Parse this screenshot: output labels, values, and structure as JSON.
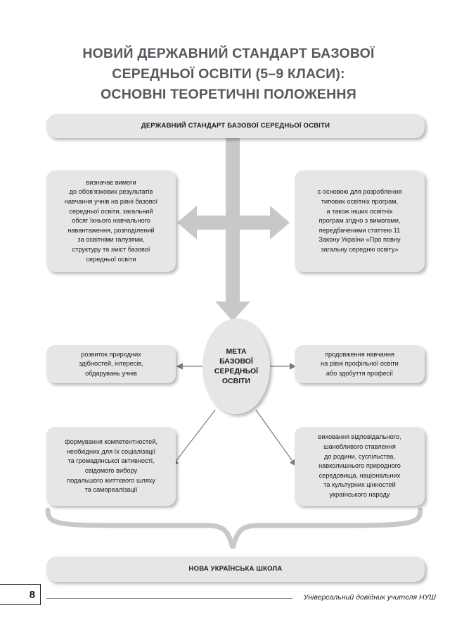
{
  "title": {
    "line1": "НОВИЙ ДЕРЖАВНИЙ СТАНДАРТ БАЗОВОЇ",
    "line2": "СЕРЕДНЬОЇ ОСВІТИ (5–9 КЛАСИ):",
    "line3": "ОСНОВНІ ТЕОРЕТИЧНІ ПОЛОЖЕННЯ"
  },
  "top_bar": "ДЕРЖАВНИЙ СТАНДАРТ БАЗОВОЇ СЕРЕДНЬОЇ ОСВІТИ",
  "left_box": {
    "lines": [
      "визначає вимоги",
      "до обов'язкових результатів",
      "навчання учнів на рівні базової",
      "середньої освіти, загальний",
      "обсяг їхнього навчального",
      "навантаження, розподілений",
      "за освітніми галузями,",
      "структуру та зміст базової",
      "середньої освіти"
    ]
  },
  "right_box": {
    "lines": [
      "є основою для розроблення",
      "типових освітніх програм,",
      "а також інших освітніх",
      "програм згідно з вимогами,",
      "передбаченими статтею 11",
      "Закону України «Про повну",
      "загальну середню освіту»"
    ]
  },
  "center": {
    "lines": [
      "МЕТА",
      "БАЗОВОЇ",
      "СЕРЕДНЬОЇ",
      "ОСВІТИ"
    ]
  },
  "goals": {
    "mid_left": [
      "розвиток природних",
      "здібностей, інтересів,",
      "обдарувань учнів"
    ],
    "mid_right": [
      "продовження навчання",
      "на рівні профільної освіти",
      "або здобуття професії"
    ],
    "bottom_left": [
      "формування компетентностей,",
      "необхідних для їх соціалізації",
      "та громадянської активності,",
      "свідомого вибору",
      "подальшого життєвого шляху",
      "та самореалізації"
    ],
    "bottom_right": [
      "виховання відповідального,",
      "шанобливого ставлення",
      "до родини, суспільства,",
      "навколишнього природного",
      "середовища, національних",
      "та культурних цінностей",
      "українського народу"
    ]
  },
  "bottom_bar": "НОВА УКРАЇНСЬКА ШКОЛА",
  "footer": {
    "page_number": "8",
    "book_title": "Універсальний довідник учителя НУШ"
  },
  "colors": {
    "title": "#555a5f",
    "box_fill": "#e6e6e6",
    "arrow_fill": "#c8c8c8",
    "connector": "#7a7a7a"
  }
}
